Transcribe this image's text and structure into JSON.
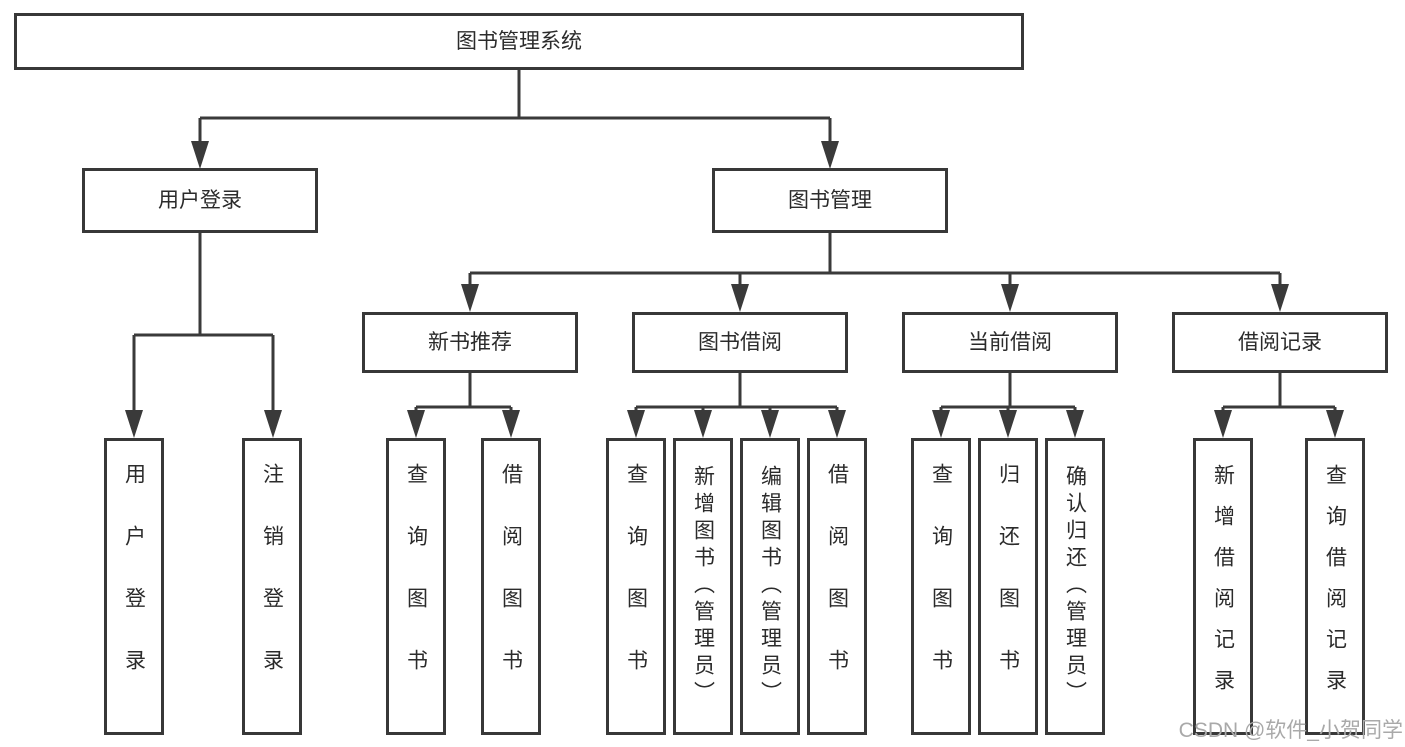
{
  "colors": {
    "line": "#3a3a3a",
    "border": "#383838",
    "text": "#2b2b2b",
    "watermark": "#a9a9a9",
    "background": "#ffffff"
  },
  "diagram": {
    "root": {
      "label": "图书管理系统"
    },
    "level1": [
      {
        "label": "用户登录",
        "children": [
          {
            "label": "用户登录"
          },
          {
            "label": "注销登录"
          }
        ]
      },
      {
        "label": "图书管理",
        "children": [
          {
            "label": "新书推荐",
            "children": [
              {
                "label": "查询图书"
              },
              {
                "label": "借阅图书"
              }
            ]
          },
          {
            "label": "图书借阅",
            "children": [
              {
                "label": "查询图书"
              },
              {
                "label": "新增图书（管理员）"
              },
              {
                "label": "编辑图书（管理员）"
              },
              {
                "label": "借阅图书"
              }
            ]
          },
          {
            "label": "当前借阅",
            "children": [
              {
                "label": "查询图书"
              },
              {
                "label": "归还图书"
              },
              {
                "label": "确认归还（管理员）"
              }
            ]
          },
          {
            "label": "借阅记录",
            "children": [
              {
                "label": "新增借阅记录"
              },
              {
                "label": "查询借阅记录"
              }
            ]
          }
        ]
      }
    ]
  },
  "watermark": {
    "text": "CSDN @软件_小贺同学"
  }
}
